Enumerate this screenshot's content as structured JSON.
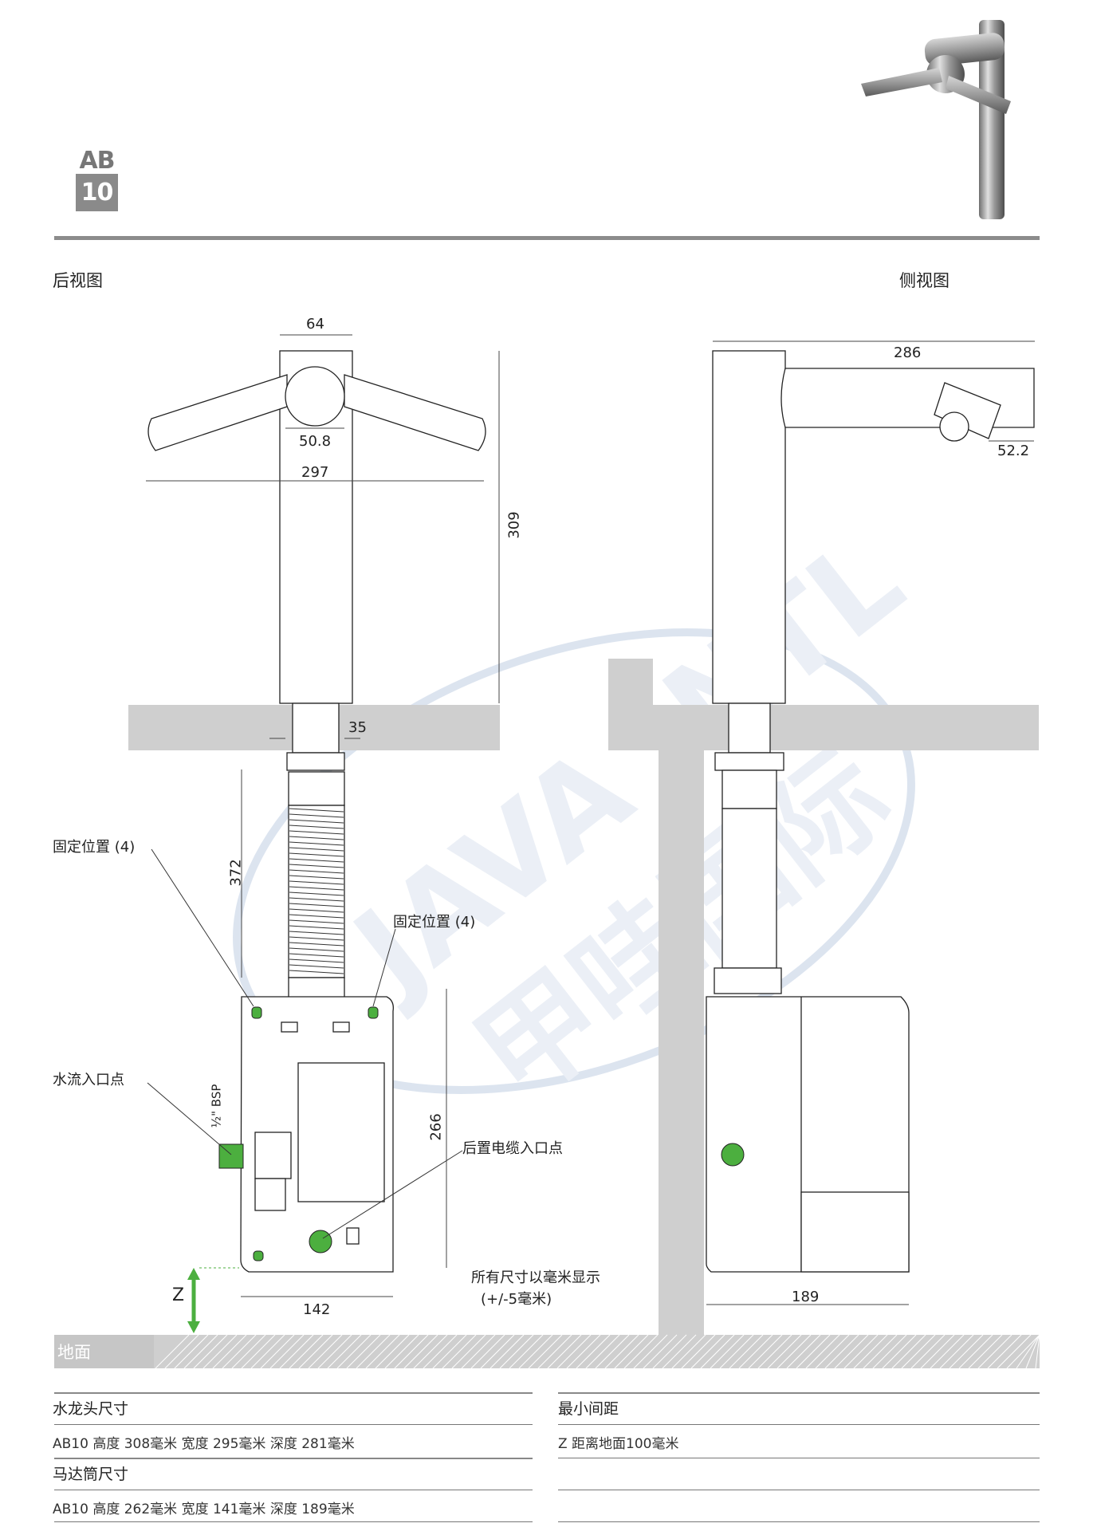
{
  "badge": {
    "line1": "AB",
    "line2": "10"
  },
  "views": {
    "rear": "后视图",
    "side": "侧视图"
  },
  "dimensions": {
    "d64": "64",
    "d50_8": "50.8",
    "d297": "297",
    "d309": "309",
    "d35": "35",
    "d372": "372",
    "d266": "266",
    "d142": "142",
    "d286": "286",
    "d52_2": "52.2",
    "d189": "189",
    "bsp": "½\" BSP"
  },
  "labels": {
    "fix_left": "固定位置 (4)",
    "fix_right": "固定位置 (4)",
    "water_inlet": "水流入口点",
    "cable_inlet": "后置电缆入口点",
    "z": "Z",
    "note_line1": "所有尺寸以毫米显示",
    "note_line2": "(+/-5毫米)",
    "ground": "地面"
  },
  "watermark": {
    "text1": "JAVA INTL",
    "text2": "甲哇国际"
  },
  "specs": {
    "faucet_title": "水龙头尺寸",
    "faucet_value": "AB10 高度 308毫米 宽度 295毫米 深度 281毫米",
    "motor_title": "马达筒尺寸",
    "motor_value": "AB10 高度 262毫米 宽度 141毫米 深度 189毫米",
    "clearance_title": "最小间距",
    "clearance_value": "Z 距离地面100毫米"
  },
  "colors": {
    "accent_green": "#4caf3f",
    "grey_dark": "#8c8c8c",
    "grey_light": "#cfcfcf"
  }
}
